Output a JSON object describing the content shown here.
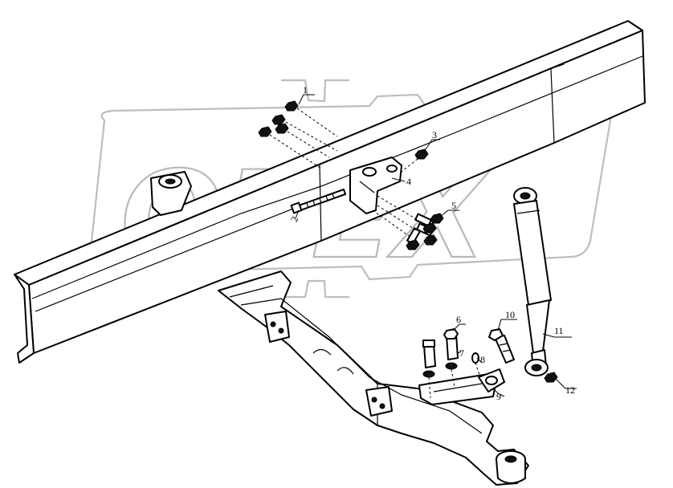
{
  "watermark": {
    "text": "OPEX"
  },
  "callouts": [
    {
      "id": "1",
      "label": "1"
    },
    {
      "id": "2",
      "label": "2"
    },
    {
      "id": "3",
      "label": "3"
    },
    {
      "id": "4",
      "label": "4"
    },
    {
      "id": "5",
      "label": "5"
    },
    {
      "id": "6",
      "label": "6"
    },
    {
      "id": "7",
      "label": "7"
    },
    {
      "id": "8",
      "label": "8"
    },
    {
      "id": "9",
      "label": "9"
    },
    {
      "id": "10",
      "label": "10"
    },
    {
      "id": "11",
      "label": "11"
    },
    {
      "id": "12",
      "label": "12"
    }
  ]
}
